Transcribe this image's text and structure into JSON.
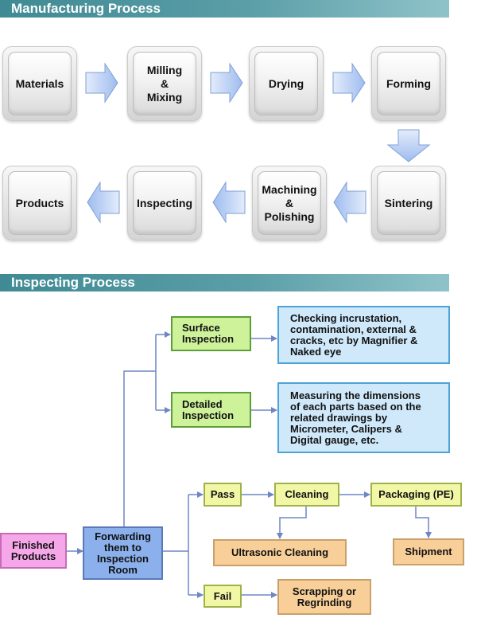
{
  "manufacturing": {
    "title": "Manufacturing Process",
    "steps": [
      "Materials",
      "Milling\n&\nMixing",
      "Drying",
      "Forming",
      "Sintering",
      "Machining\n&\nPolishing",
      "Inspecting",
      "Products"
    ]
  },
  "inspecting": {
    "title": "Inspecting Process",
    "surface_inspection": "Surface\nInspection",
    "surface_note": "Checking incrustation,\ncontamination, external  &\ncracks, etc by Magnifier &\nNaked eye",
    "detailed_inspection": "Detailed\nInspection",
    "detailed_note": "Measuring the dimensions\nof each parts based on the\nrelated drawings by\nMicrometer, Calipers &\nDigital gauge, etc.",
    "finished_products": "Finished\nProducts",
    "forwarding": "Forwarding\nthem to\nInspection\nRoom",
    "pass": "Pass",
    "cleaning": "Cleaning",
    "packaging": "Packaging (PE)",
    "ultrasonic": "Ultrasonic Cleaning",
    "shipment": "Shipment",
    "fail": "Fail",
    "scrapping": "Scrapping or\nRegrinding"
  },
  "colors": {
    "banner": "#4a9099",
    "arrow": "#b9cff5",
    "connector": "#6f86c4"
  }
}
